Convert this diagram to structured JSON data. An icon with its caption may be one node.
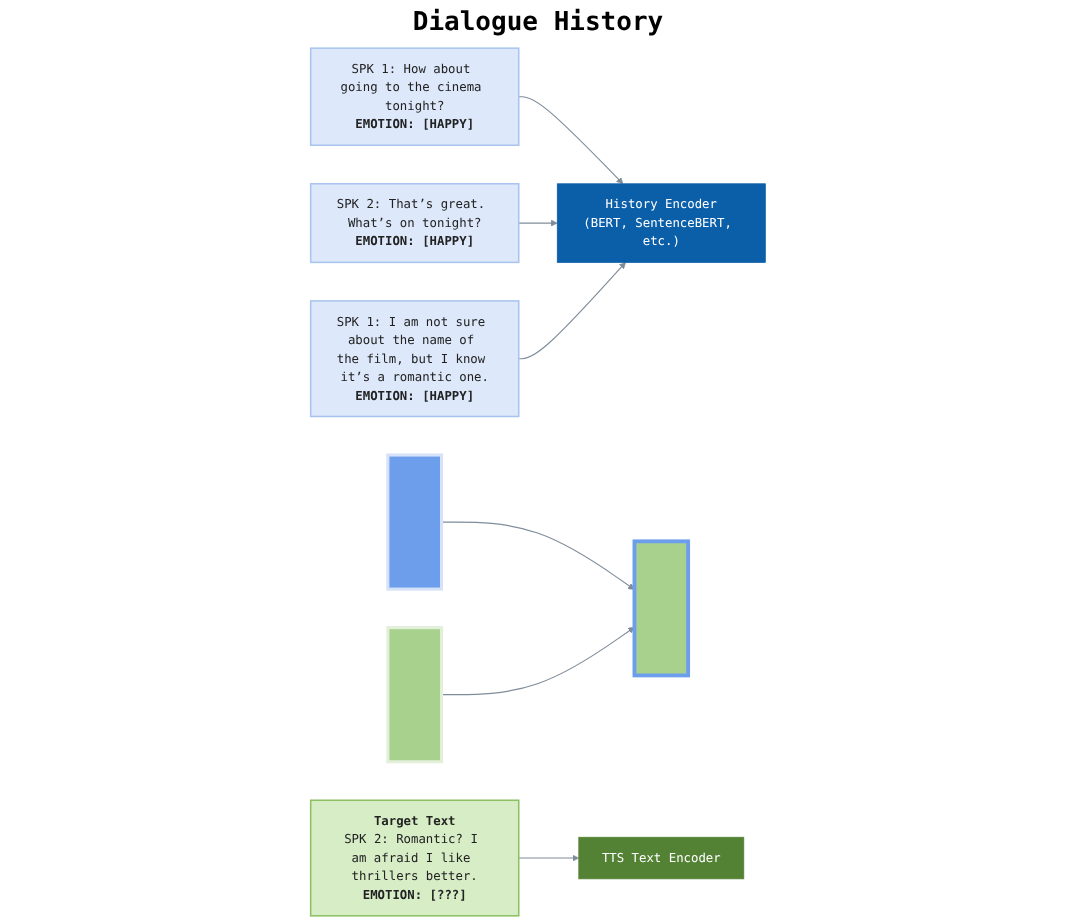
{
  "diagram": {
    "nodes": [
      {
        "text": [
          "SPK 1: How about going to the cinema tonight?",
          "EMOTION: [HAPPY]"
        ]
      },
      {
        "text": [
          "SPK 2: That’s great. What’s on tonight?",
          "EMOTION: [HAPPY]"
        ]
      },
      {
        "text": [
          "SPK 1: I am not sure about the name of the film, but I know it’s a romantic one.",
          "EMOTION: [HAPPY]"
        ]
      },
      {
        "text": [
          "History Encoder",
          "(BERT, SentenceBERT, etc.)"
        ]
      },
      {
        "text": [],
        "shape": "bar"
      },
      {
        "text": [
          "Target Text",
          "SPK 2: Romantic? I am afraid I like thrillers better.",
          "EMOTION: [???]"
        ]
      },
      {
        "text": [
          "TTS Text Encoder"
        ]
      },
      {
        "text": [],
        "shape": "bar"
      },
      {
        "text": [],
        "shape": "bar"
      }
    ],
    "edges": [
      {
        "from": 0,
        "to": 3,
        "arrow": "to"
      },
      {
        "from": 1,
        "to": 3,
        "arrow": "to"
      },
      {
        "from": 2,
        "to": 3,
        "arrow": "to"
      },
      {
        "from": 5,
        "to": 6,
        "arrow": "to"
      },
      {
        "from": 4,
        "to": 8,
        "arrow": "to"
      },
      {
        "from": 7,
        "to": 8,
        "arrow": "to"
      }
    ],
    "labels": [
      "Dialogue History"
    ]
  }
}
